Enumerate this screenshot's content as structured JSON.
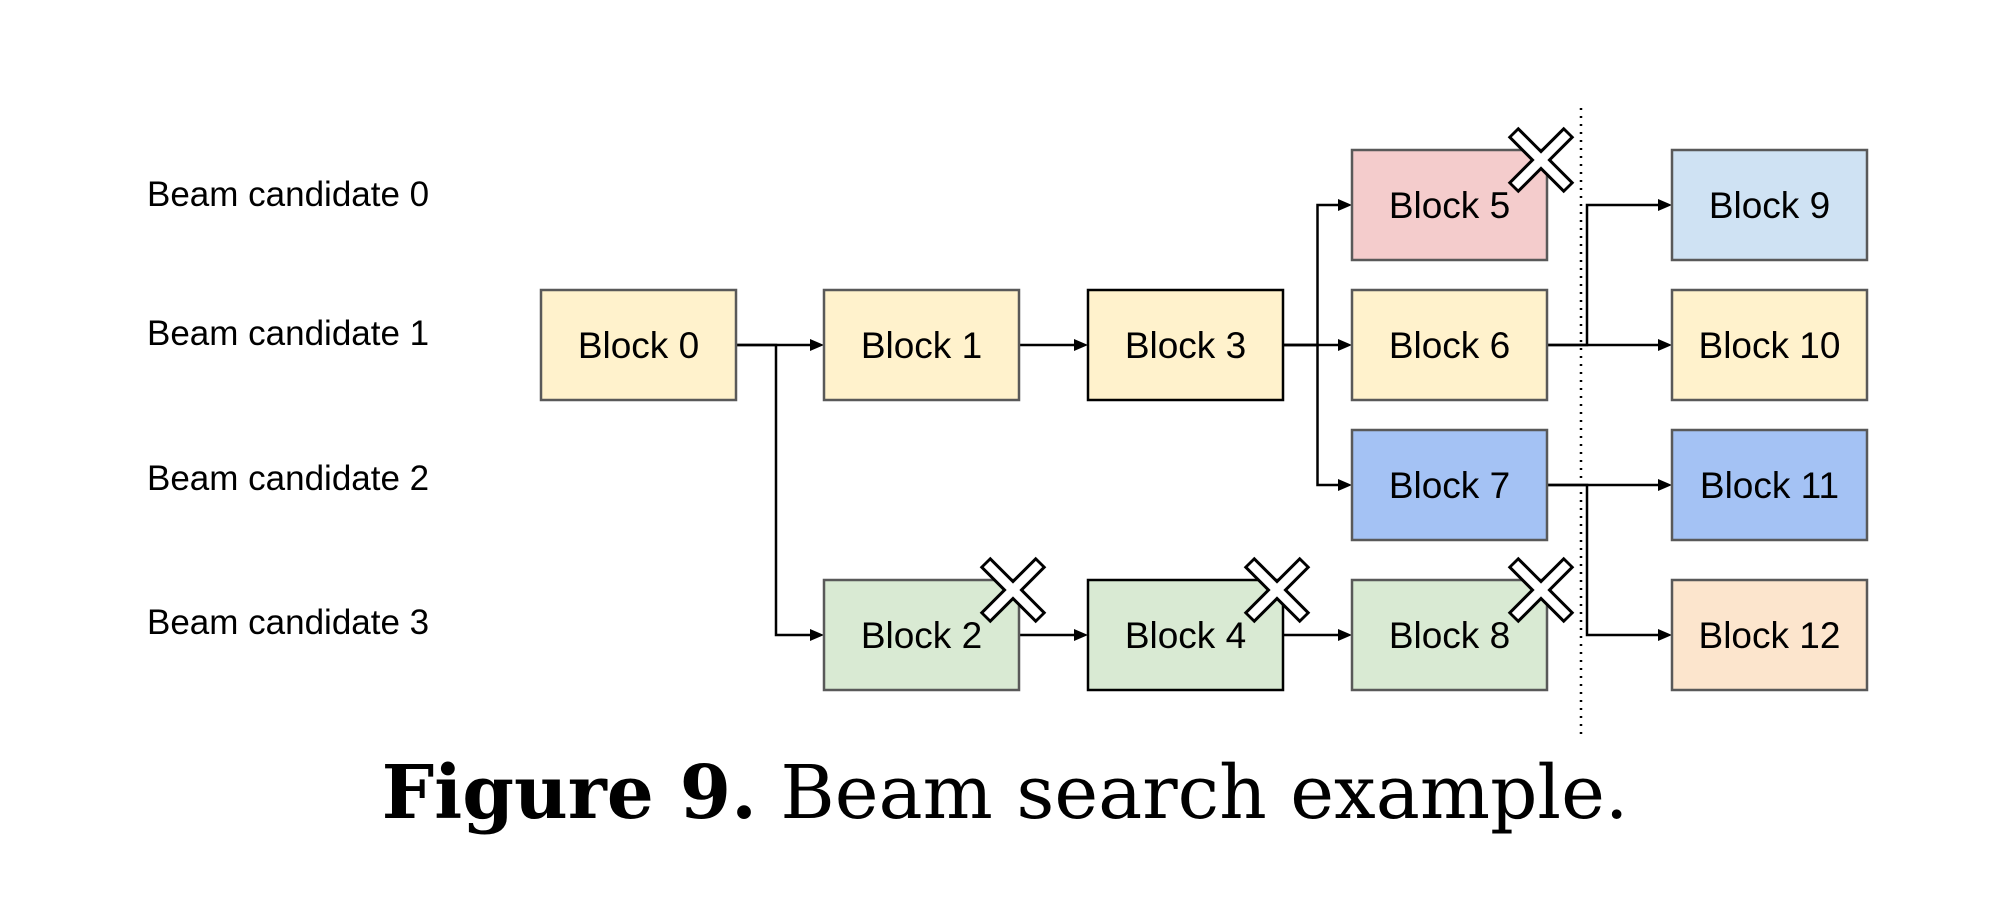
{
  "rows": [
    {
      "id": "row0",
      "label": "Beam candidate 0"
    },
    {
      "id": "row1",
      "label": "Beam candidate 1"
    },
    {
      "id": "row2",
      "label": "Beam candidate 2"
    },
    {
      "id": "row3",
      "label": "Beam candidate 3"
    }
  ],
  "blocks": [
    {
      "id": "b0",
      "label": "Block 0",
      "fill": "#fff2cc",
      "pruned": false
    },
    {
      "id": "b1",
      "label": "Block 1",
      "fill": "#fff2cc",
      "pruned": false
    },
    {
      "id": "b2",
      "label": "Block 2",
      "fill": "#d9ead3",
      "pruned": true
    },
    {
      "id": "b3",
      "label": "Block 3",
      "fill": "#fff2cc",
      "pruned": false
    },
    {
      "id": "b4",
      "label": "Block 4",
      "fill": "#d9ead3",
      "pruned": true
    },
    {
      "id": "b5",
      "label": "Block 5",
      "fill": "#f4cccc",
      "pruned": true
    },
    {
      "id": "b6",
      "label": "Block 6",
      "fill": "#fff2cc",
      "pruned": false
    },
    {
      "id": "b7",
      "label": "Block 7",
      "fill": "#a4c2f4",
      "pruned": false
    },
    {
      "id": "b8",
      "label": "Block 8",
      "fill": "#d9ead3",
      "pruned": true
    },
    {
      "id": "b9",
      "label": "Block 9",
      "fill": "#cfe2f3",
      "pruned": false
    },
    {
      "id": "b10",
      "label": "Block 10",
      "fill": "#fff2cc",
      "pruned": false
    },
    {
      "id": "b11",
      "label": "Block 11",
      "fill": "#a4c2f4",
      "pruned": false
    },
    {
      "id": "b12",
      "label": "Block 12",
      "fill": "#fce5cd",
      "pruned": false
    }
  ],
  "edges": [
    {
      "from": "b0",
      "to": "b1"
    },
    {
      "from": "b0",
      "to": "b2"
    },
    {
      "from": "b1",
      "to": "b3"
    },
    {
      "from": "b2",
      "to": "b4"
    },
    {
      "from": "b3",
      "to": "b5"
    },
    {
      "from": "b3",
      "to": "b6"
    },
    {
      "from": "b3",
      "to": "b7"
    },
    {
      "from": "b4",
      "to": "b8"
    },
    {
      "from": "b6",
      "to": "b9"
    },
    {
      "from": "b6",
      "to": "b10"
    },
    {
      "from": "b7",
      "to": "b11"
    },
    {
      "from": "b7",
      "to": "b12"
    }
  ],
  "caption": {
    "label": "Figure 9.",
    "text": " Beam search example."
  }
}
